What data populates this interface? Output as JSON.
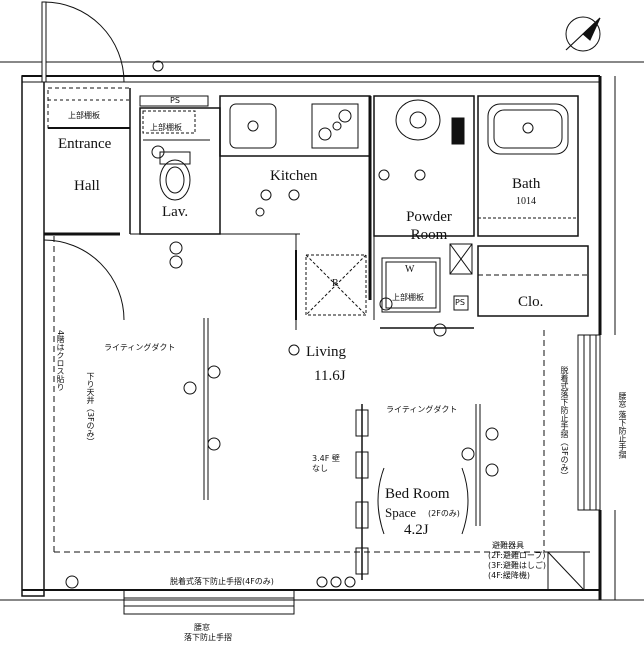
{
  "rooms": {
    "entrance": "Entrance",
    "hall": "Hall",
    "lav": "Lav.",
    "kitchen": "Kitchen",
    "powder_room": "Powder Room",
    "bath": "Bath",
    "bath_size": "1014",
    "clo": "Clo.",
    "living": "Living",
    "living_area": "11.6J",
    "bedroom_line1": "Bed Room",
    "bedroom_line2": "Space",
    "bedroom_note": "(2Fのみ)",
    "bedroom_area": "4.2J"
  },
  "labels": {
    "ps_top": "PS",
    "ps_right": "PS",
    "washer": "W",
    "fridge": "R",
    "upper_shelf_entrance": "上部棚板",
    "upper_shelf_lav": "上部棚板",
    "upper_shelf_powder": "上部棚板",
    "lighting_duct_left": "ライティングダクト",
    "lighting_duct_right": "ライティングダクト",
    "wall_note_left": "4階はクロス貼り",
    "ceiling_note": "下り天井（3Fのみ）",
    "wall_note_bed": "3.4F 壁なし",
    "fall_guard_right": "脱着式落下防止手摺（3Fのみ）",
    "window_right": "腰窓 落下防止手摺",
    "escape_title": "避難器具",
    "escape_1": "(2F:避難ロープ)",
    "escape_2": "(3F:避難はしご)",
    "escape_3": "(4F:緩降機)",
    "fall_guard_bottom": "脱着式落下防止手摺(4Fのみ)",
    "window_bottom": "腰窓",
    "window_bottom_2": "落下防止手摺"
  }
}
